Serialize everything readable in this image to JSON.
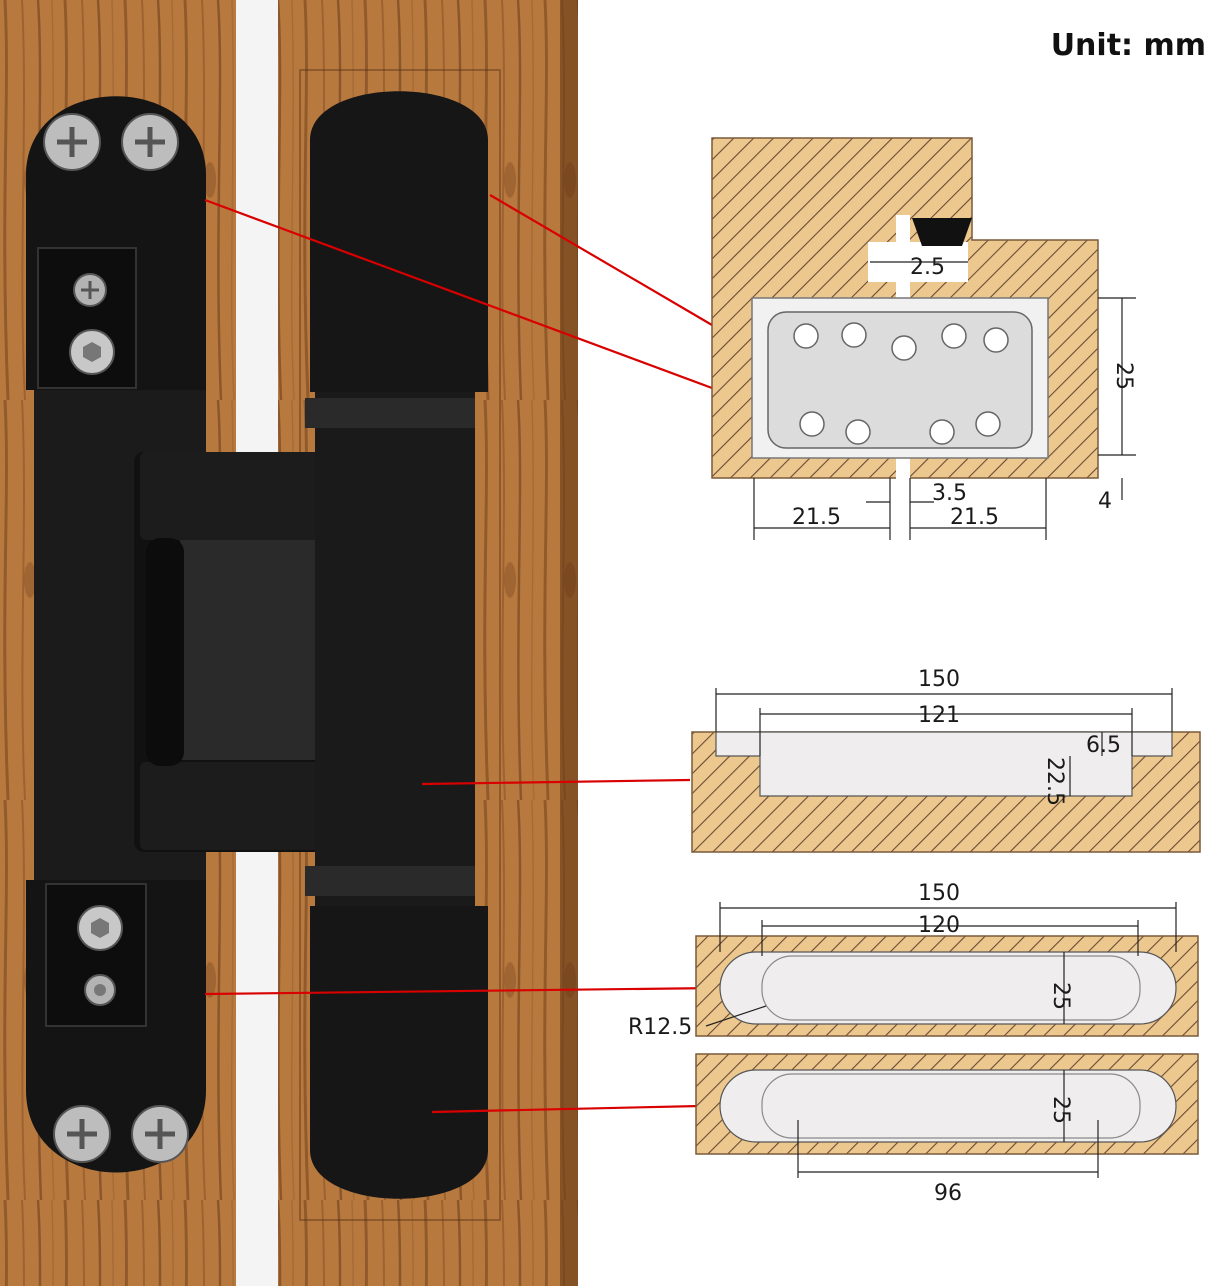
{
  "unit_label": "Unit: mm",
  "colors": {
    "wood_dark": "#7a4a22",
    "wood_light": "#c98a4f",
    "hinge_black": "#151515",
    "diagram_wood": "#e9c88f",
    "hatch": "#5a4330",
    "leader": "#d90000"
  },
  "cross_section": {
    "gap_top": "2.5",
    "height": "25",
    "gap_bottom": "3.5",
    "bottom_depth": "4",
    "left_width": "21.5",
    "right_width": "21.5"
  },
  "side_mortise": {
    "overall_length": "150",
    "inner_length": "121",
    "plate_depth": "6.5",
    "total_depth": "22.5"
  },
  "face_mortise_1": {
    "overall_length": "150",
    "inner_length": "120",
    "width": "25",
    "radius": "R12.5"
  },
  "face_mortise_2": {
    "width": "25",
    "hole_spacing": "96"
  }
}
